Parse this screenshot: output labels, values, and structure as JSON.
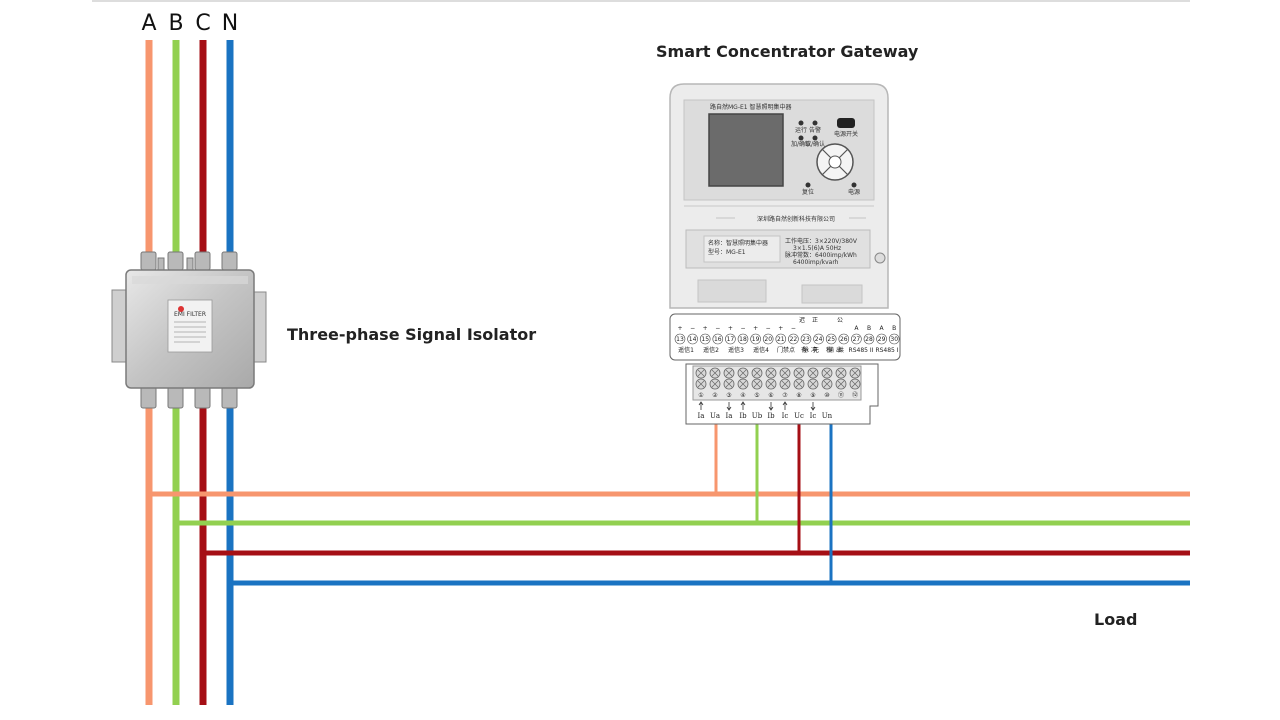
{
  "phases": [
    "A",
    "B",
    "C",
    "N"
  ],
  "colors": {
    "A": "#f7966e",
    "B": "#92d050",
    "C": "#a50f15",
    "N": "#1a73c2"
  },
  "labels": {
    "gateway": "Smart Concentrator Gateway",
    "isolator": "Three-phase Signal Isolator",
    "load": "Load"
  },
  "gateway_device": {
    "model_header": "路自然MG-E1 智慧照明集中器",
    "company": "深圳路自然创新科技有限公司",
    "nameplate_name": "名称：智慧照明集中器",
    "nameplate_model": "型号：MG-E1",
    "spec_voltage": "工作电压：3×220V/380V",
    "spec_current": "3×1.5(6)A  50Hz",
    "spec_const1": "脉冲常数：6400imp/kWh",
    "spec_const2": "6400imp/kvarh",
    "buttons": [
      "运行",
      "告警",
      "加/确认",
      "取/确认",
      "复位",
      "电源"
    ],
    "switch_label": "电源开关"
  },
  "terminal_block": {
    "top_chars": [
      "迟",
      "正",
      "",
      "公"
    ],
    "signs": [
      "+",
      "−",
      "+",
      "−",
      "+",
      "−",
      "+",
      "−",
      "+",
      "−",
      "",
      "",
      "",
      "",
      "A",
      "B",
      "A",
      "B"
    ],
    "numbers": [
      "13",
      "14",
      "15",
      "16",
      "17",
      "18",
      "19",
      "20",
      "21",
      "22",
      "23",
      "24",
      "25",
      "26",
      "27",
      "28",
      "29",
      "30"
    ],
    "groups": [
      "遥信1",
      "遥信2",
      "遥信3",
      "遥信4",
      "门禁点",
      "有",
      "无",
      "秒",
      "共",
      "RS485 II",
      "RS485 I"
    ],
    "group2": [
      "脉 冲",
      "输 出"
    ],
    "bottom_numbers": [
      "①",
      "②",
      "③",
      "④",
      "⑤",
      "⑥",
      "⑦",
      "⑧",
      "⑨",
      "⑩",
      "⑪",
      "⑫"
    ],
    "current_labels": [
      "Ia",
      "Ua",
      "Ia",
      "Ib",
      "Ub",
      "Ib",
      "Ic",
      "Uc",
      "Ic",
      "Un"
    ]
  },
  "isolator_device": {
    "brand": "EMI FILTER"
  }
}
